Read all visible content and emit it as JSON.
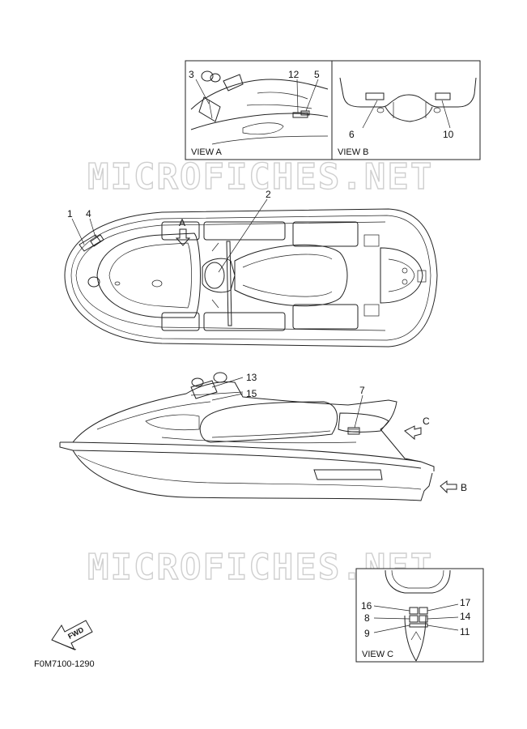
{
  "watermark": "MICROFICHES.NET",
  "views": {
    "a": {
      "label": "VIEW A"
    },
    "b": {
      "label": "VIEW B"
    },
    "c": {
      "label": "VIEW C"
    }
  },
  "markers": {
    "a": "A",
    "b": "B",
    "c": "C"
  },
  "fwd": "FWD",
  "figure_code": "F0M7100-1290",
  "callouts": {
    "n1": "1",
    "n2": "2",
    "n3": "3",
    "n4": "4",
    "n5": "5",
    "n6": "6",
    "n7": "7",
    "n8": "8",
    "n9": "9",
    "n10": "10",
    "n11": "11",
    "n12": "12",
    "n13": "13",
    "n14": "14",
    "n15": "15",
    "n16": "16",
    "n17": "17"
  }
}
